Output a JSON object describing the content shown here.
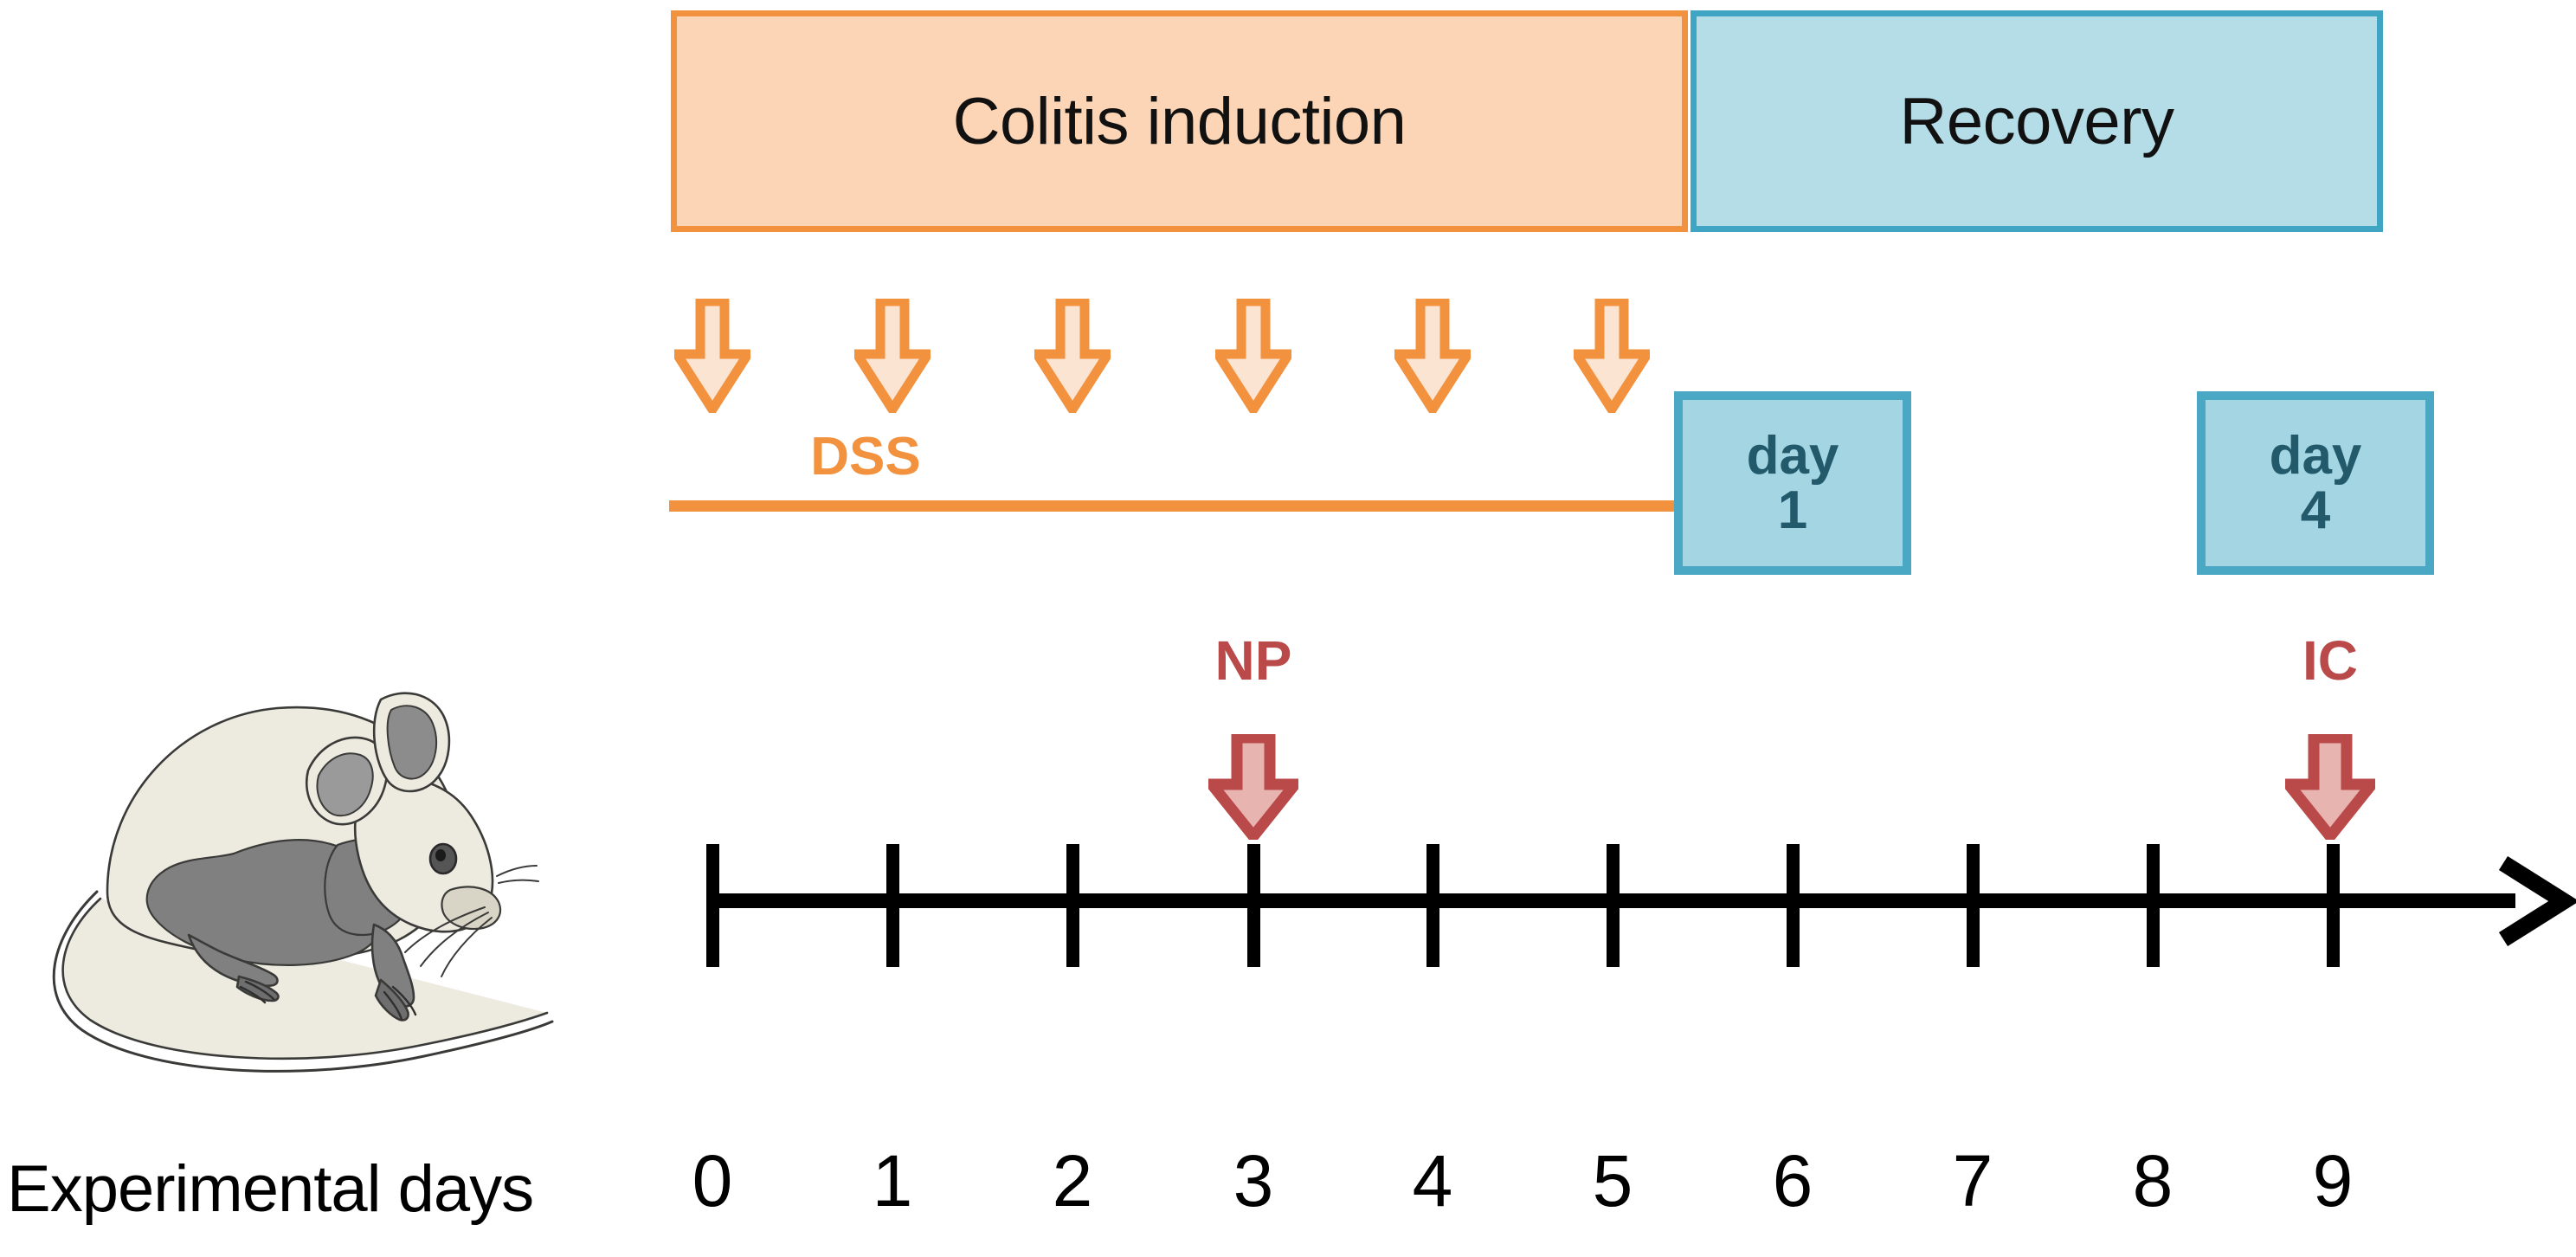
{
  "figure": {
    "kind": "experimental-timeline-schematic",
    "axis_title": "Experimental days"
  },
  "phases": [
    {
      "id": "colitis",
      "label": "Colitis induction",
      "fill": "#FBD5B5",
      "stroke": "#F2913E",
      "start_day": 0,
      "end_day": 5.6
    },
    {
      "id": "recovery",
      "label": "Recovery",
      "fill": "#B4DDE8",
      "stroke": "#3FA5C2",
      "start_day": 5.6,
      "end_day": 9.5
    }
  ],
  "dss": {
    "label": "DSS",
    "color": "#F2913E",
    "arrow_fill": "#FBE4D1",
    "arrow_days": [
      0,
      1,
      2,
      3,
      4,
      5
    ],
    "arrow_count": 6,
    "line_start_day": 0,
    "line_end_day": 5.6
  },
  "day_boxes": [
    {
      "id": "day1",
      "line1": "day",
      "line2": "1",
      "fill": "#A3D5E3",
      "stroke": "#4AA8C4"
    },
    {
      "id": "day4",
      "line1": "day",
      "line2": "4",
      "fill": "#A3D5E3",
      "stroke": "#4AA8C4"
    }
  ],
  "treatments": [
    {
      "id": "np",
      "label": "NP",
      "day": 3,
      "color": "#BA4A4A",
      "arrow_fill": "#E8B4B0"
    },
    {
      "id": "ic",
      "label": "IC",
      "day": 9,
      "color": "#BA4A4A",
      "arrow_fill": "#E8B4B0"
    }
  ],
  "timeline": {
    "days": [
      "0",
      "1",
      "2",
      "3",
      "4",
      "5",
      "6",
      "7",
      "8",
      "9"
    ],
    "tick_count": 10,
    "axis_color": "#000000",
    "has_arrow_head": true
  },
  "animal": {
    "icon": "mouse-illustration",
    "body_fill": "#EDEAE0",
    "shade_fill": "#808080",
    "outline": "#3A3A38"
  },
  "chart_data": {
    "type": "timeline",
    "title": "Experimental days",
    "x": [
      0,
      1,
      2,
      3,
      4,
      5,
      6,
      7,
      8,
      9
    ],
    "xlabel": "Experimental days",
    "xlim": [
      0,
      10
    ],
    "annotations": [
      {
        "text": "Colitis induction",
        "span_days": [
          0,
          5.6
        ],
        "type": "phase-bar",
        "color": "#FBD5B5"
      },
      {
        "text": "Recovery",
        "span_days": [
          5.6,
          9.5
        ],
        "type": "phase-bar",
        "color": "#B4DDE8"
      },
      {
        "text": "DSS",
        "span_days": [
          0,
          5.6
        ],
        "type": "treatment-bar",
        "color": "#F2913E",
        "marker_days": [
          0,
          1,
          2,
          3,
          4,
          5
        ]
      },
      {
        "text": "day 1",
        "at_day": 5.6,
        "type": "label-box",
        "color": "#A3D5E3"
      },
      {
        "text": "day 4",
        "at_day": 8.6,
        "type": "label-box",
        "color": "#A3D5E3"
      },
      {
        "text": "NP",
        "at_day": 3,
        "type": "event-arrow",
        "color": "#BA4A4A"
      },
      {
        "text": "IC",
        "at_day": 9,
        "type": "event-arrow",
        "color": "#BA4A4A"
      }
    ],
    "grid": false,
    "legend": "none"
  }
}
